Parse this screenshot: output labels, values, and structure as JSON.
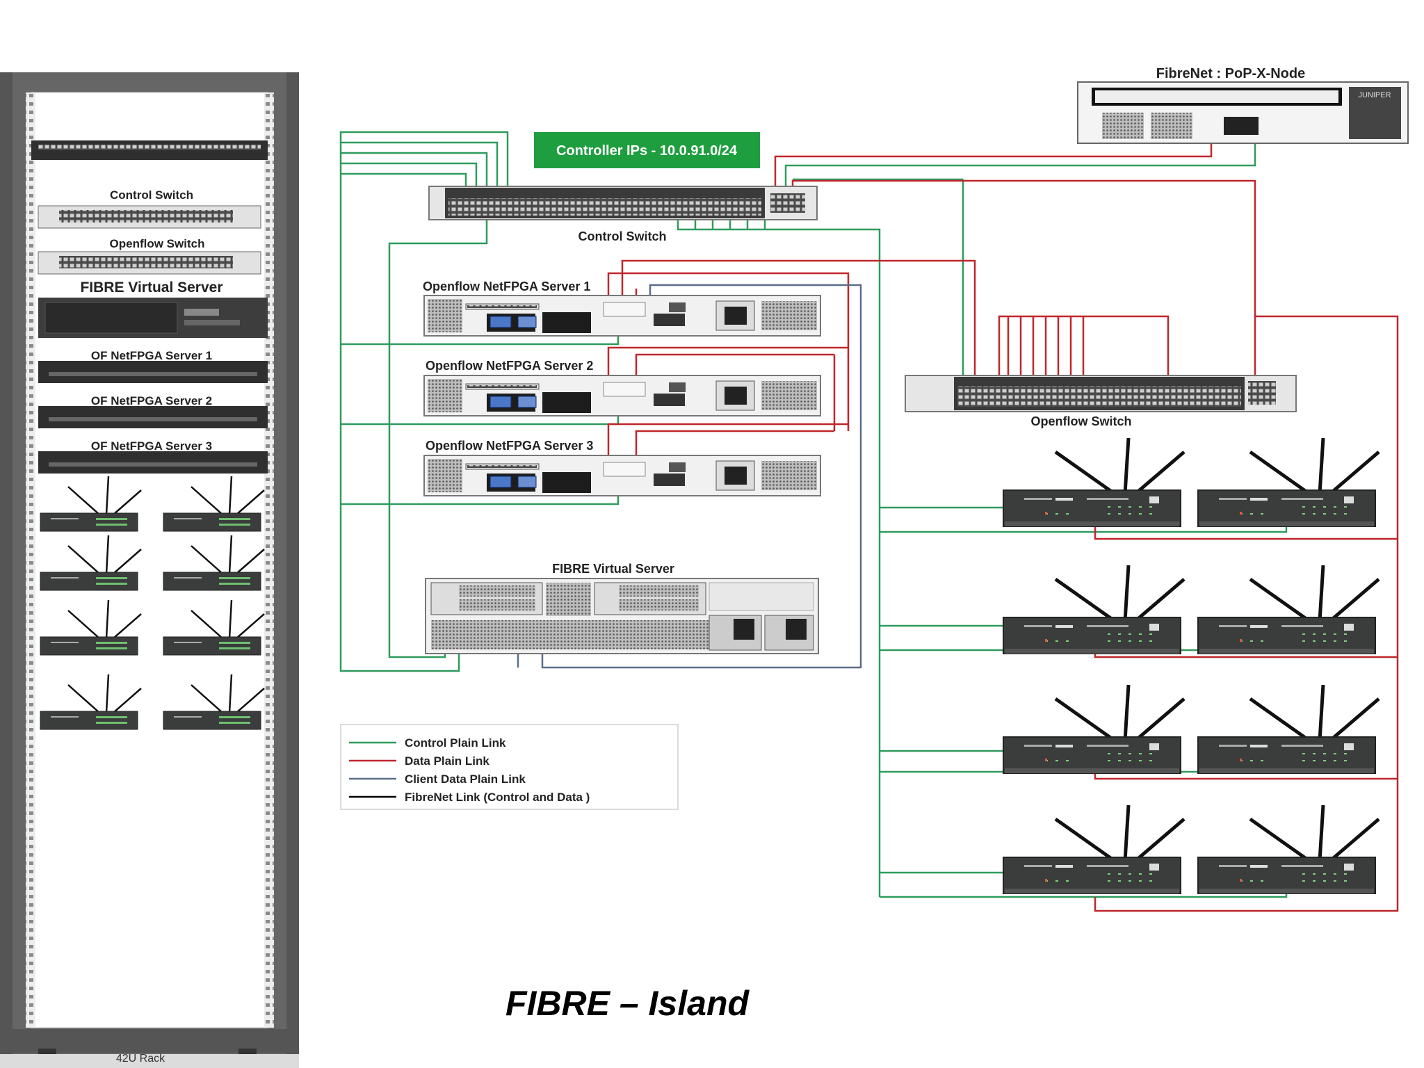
{
  "colors": {
    "control": "#2e9b5c",
    "data": "#c0262c",
    "client": "#5a6e8a",
    "fibrenet": "#000000",
    "controller_box": "#1e9e3e"
  },
  "rack": {
    "labels": {
      "control_switch": "Control Switch",
      "openflow_switch": "Openflow Switch",
      "fibre_virtual_server": "FIBRE Virtual Server",
      "of_server_1": "OF NetFPGA Server 1",
      "of_server_2": "OF NetFPGA Server 2",
      "of_server_3": "OF NetFPGA Server 3"
    },
    "footer": "42U Rack"
  },
  "diagram": {
    "fibrenet_node": "FibreNet : PoP-X-Node",
    "controller_ips": "Controller IPs - 10.0.91.0/24",
    "control_switch": "Control Switch",
    "server_1": "Openflow  NetFPGA Server 1",
    "server_2": "Openflow NetFPGA Server 2",
    "server_3": "Openflow NetFPGA Server 3",
    "fibre_virtual_server": "FIBRE Virtual Server",
    "openflow_switch": "Openflow Switch",
    "juniper": "JUNIPER"
  },
  "legend": [
    {
      "label": "Control Plain Link",
      "color": "#2e9b5c"
    },
    {
      "label": "Data Plain Link",
      "color": "#c0262c"
    },
    {
      "label": "Client Data Plain Link",
      "color": "#5a6e8a"
    },
    {
      "label": "FibreNet Link (Control and Data )",
      "color": "#000000"
    }
  ],
  "title": "FIBRE – Island"
}
